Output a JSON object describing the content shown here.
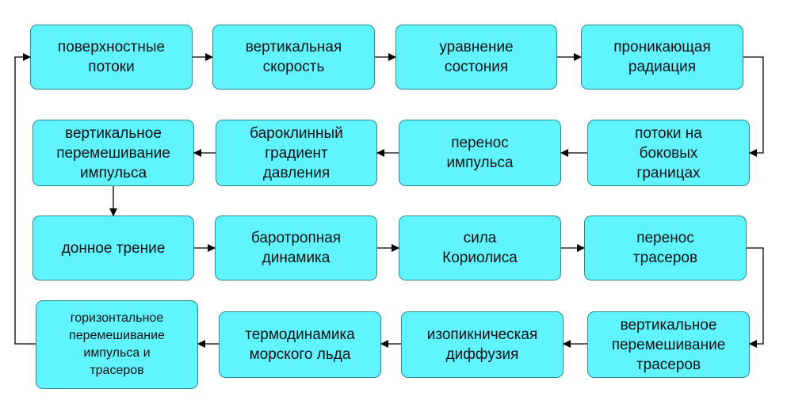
{
  "diagram": {
    "colors": {
      "box_fill": "#5ff4ff",
      "box_border": "#2d8790",
      "line": "#000000"
    },
    "rows": [
      [
        {
          "id": "n1",
          "label": "поверхностные\nпотоки"
        },
        {
          "id": "n2",
          "label": "вертикальная\nскорость"
        },
        {
          "id": "n3",
          "label": "уравнение\nсостония"
        },
        {
          "id": "n4",
          "label": "проникающая\nрадиация"
        }
      ],
      [
        {
          "id": "n5",
          "label": "потоки на\nбоковых\nграницах"
        },
        {
          "id": "n6",
          "label": "перенос\nимпульса"
        },
        {
          "id": "n7",
          "label": "бароклинный\nградиент\nдавления"
        },
        {
          "id": "n8",
          "label": "вертикальное\nперемешивание\nимпульса"
        }
      ],
      [
        {
          "id": "n9",
          "label": "донное трение"
        },
        {
          "id": "n10",
          "label": "баротропная\nдинамика"
        },
        {
          "id": "n11",
          "label": "сила\nКориолиса"
        },
        {
          "id": "n12",
          "label": "перенос\nтрасеров"
        }
      ],
      [
        {
          "id": "n13",
          "label": "вертикальное\nперемешивание\nтрасеров"
        },
        {
          "id": "n14",
          "label": "изопикническая\nдиффузия"
        },
        {
          "id": "n15",
          "label": "термодинамика\nморского льда"
        },
        {
          "id": "n16",
          "label": "горизонтальное\nперемешивание\nимпульса и\nтрасеров"
        }
      ]
    ]
  }
}
